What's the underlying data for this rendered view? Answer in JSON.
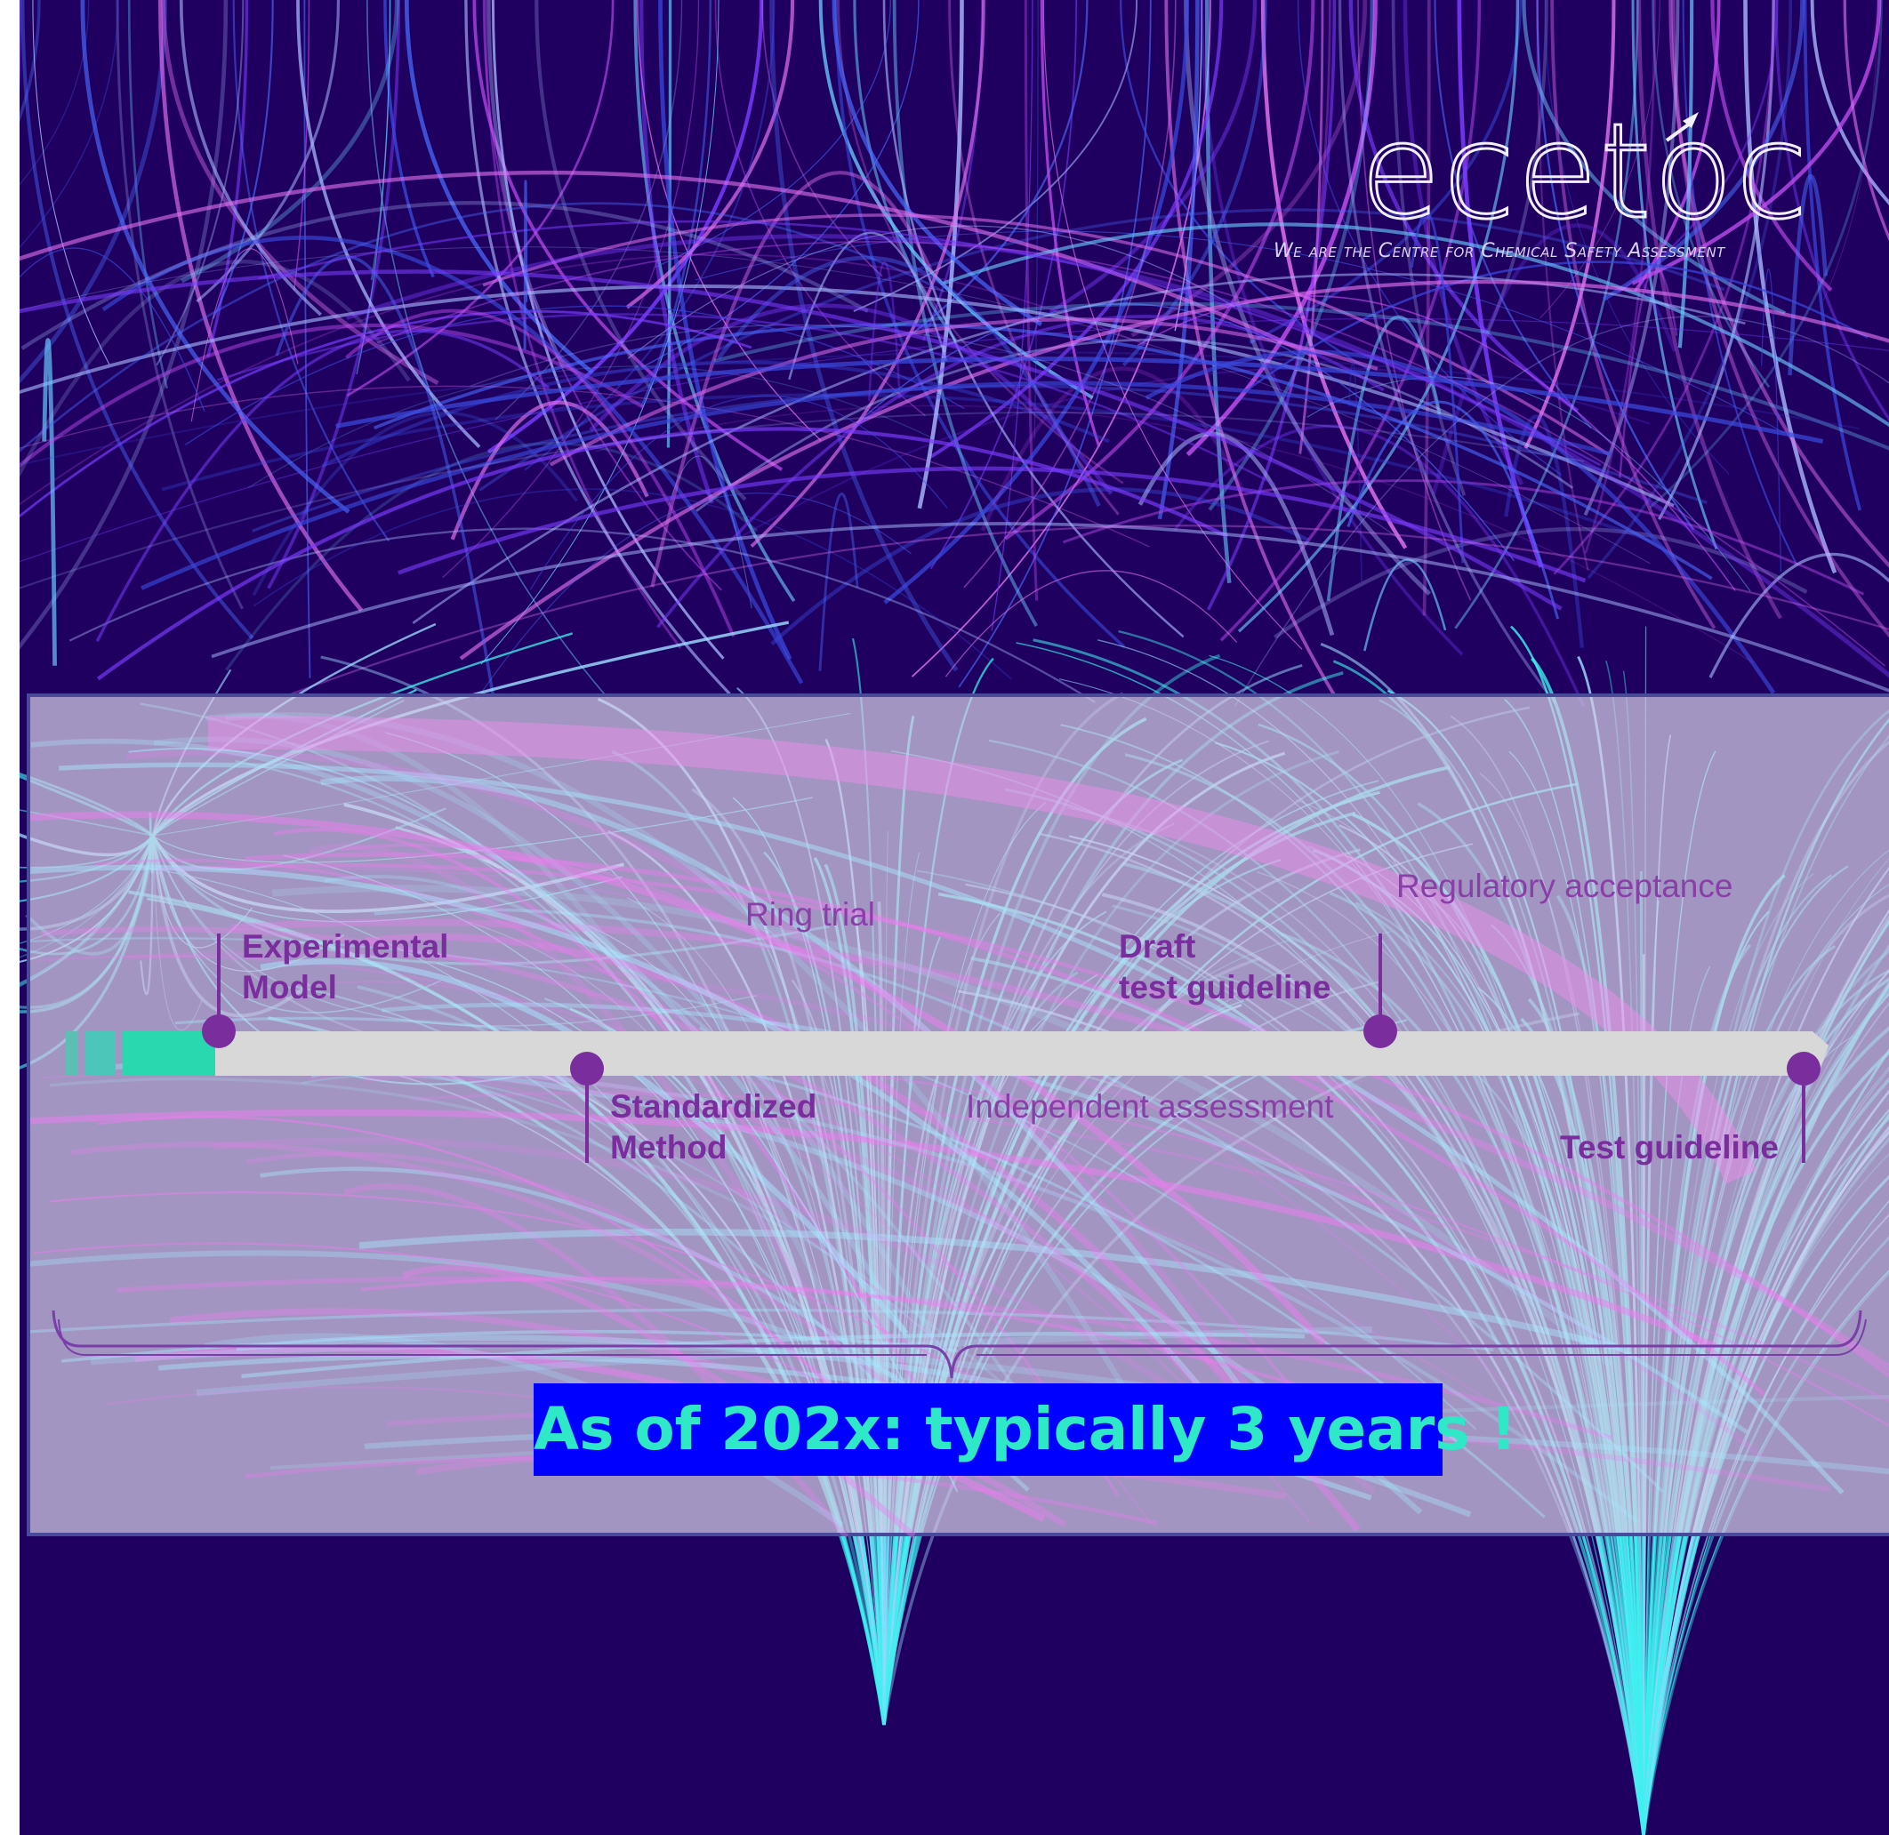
{
  "logo": {
    "wordmark": "ecetoc",
    "tagline": "We are the Centre for Chemical Safety Assessment"
  },
  "timeline": {
    "milestones": [
      {
        "label_line1": "Experimental",
        "label_line2": "Model"
      },
      {
        "label_line1": "Standardized",
        "label_line2": "Method"
      },
      {
        "label_line1": "Draft",
        "label_line2": "test guideline"
      },
      {
        "label_line1": "Test guideline",
        "label_line2": ""
      }
    ],
    "phases": [
      "Ring trial",
      "Independent assessment",
      "Regulatory acceptance"
    ]
  },
  "callout": "As of 202x: typically 3 years !",
  "colors": {
    "background": "#1f0060",
    "panel": "#d6cee8",
    "milestone": "#7a2e9e",
    "progress": "#2ad8b0",
    "bar": "#d8d8d8",
    "callout_bg": "#0000ff",
    "callout_text": "#2ee8c8"
  }
}
